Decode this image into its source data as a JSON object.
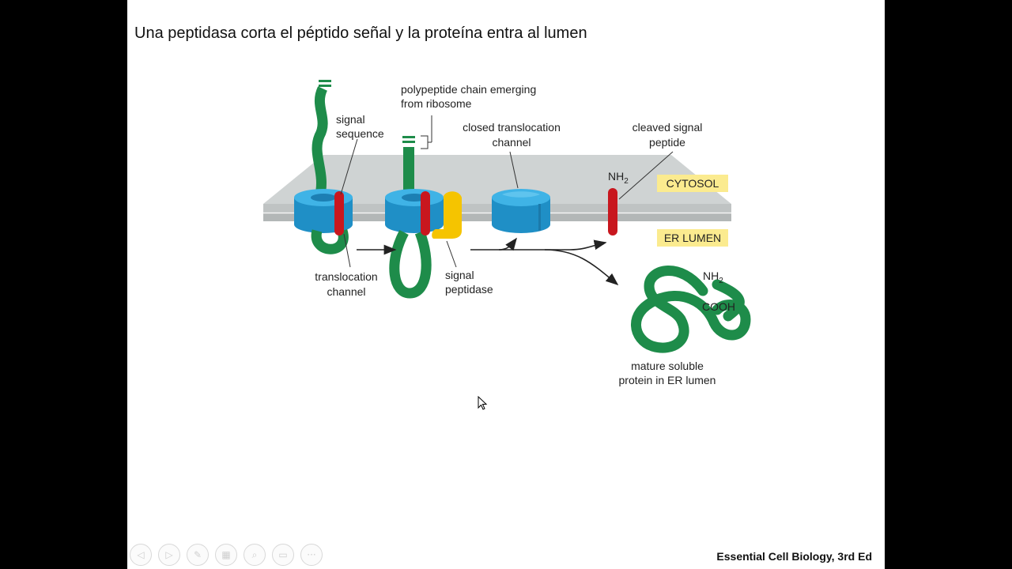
{
  "slide": {
    "title": "Una peptidasa corta el péptido señal y la proteína entra al lumen",
    "credit": "Essential Cell Biology, 3rd Ed"
  },
  "diagram": {
    "labels": {
      "polypeptide_line1": "polypeptide chain emerging",
      "polypeptide_line2": "from ribosome",
      "signal_sequence_line1": "signal",
      "signal_sequence_line2": "sequence",
      "closed_channel_line1": "closed translocation",
      "closed_channel_line2": "channel",
      "cleaved_signal_line1": "cleaved signal",
      "cleaved_signal_line2": "peptide",
      "nh2_top": "NH",
      "nh2_top_sub": "2",
      "cytosol": "CYTOSOL",
      "er_lumen": "ER LUMEN",
      "translocation_line1": "translocation",
      "translocation_line2": "channel",
      "signal_peptidase_line1": "signal",
      "signal_peptidase_line2": "peptidase",
      "nh2_protein": "NH",
      "nh2_protein_sub": "2",
      "cooh": "COOH",
      "mature_line1": "mature soluble",
      "mature_line2": "protein in ER lumen"
    },
    "colors": {
      "membrane": "#c9cdcd",
      "channel": "#29a3dc",
      "signal_peptide": "#c8171e",
      "peptidase": "#f5c400",
      "polypeptide": "#1e8c4a",
      "region_tag": "#fbeb8f"
    }
  },
  "controls": [
    {
      "name": "previous-slide-icon",
      "glyph": "◁"
    },
    {
      "name": "next-slide-icon",
      "glyph": "▷"
    },
    {
      "name": "pen-icon",
      "glyph": "✎"
    },
    {
      "name": "slides-overview-icon",
      "glyph": "▦"
    },
    {
      "name": "zoom-icon",
      "glyph": "⌕"
    },
    {
      "name": "subtitles-icon",
      "glyph": "▭"
    },
    {
      "name": "more-options-icon",
      "glyph": "···"
    }
  ]
}
